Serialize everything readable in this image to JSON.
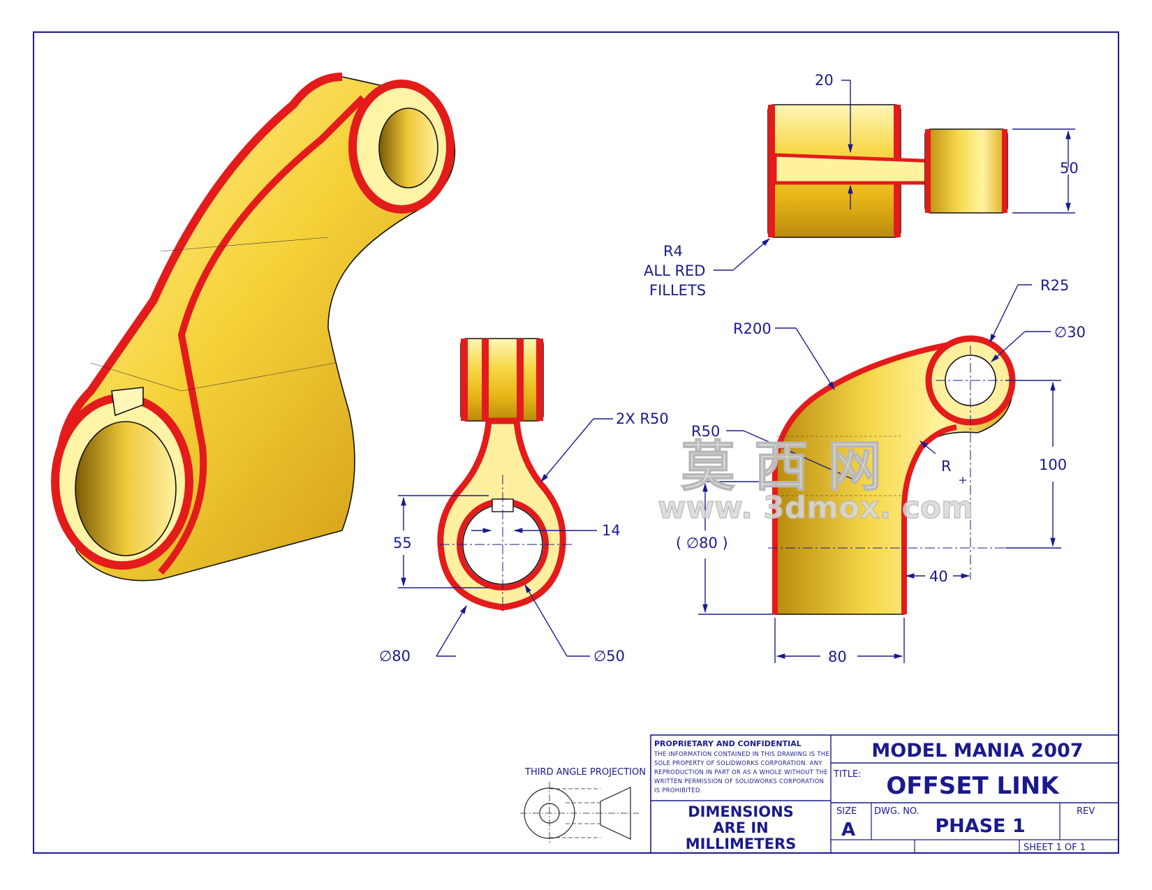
{
  "sheet": {
    "border_color": "#1a1a8c",
    "part_color": "#f2c21a",
    "fillet_color": "#e31b1b"
  },
  "dimensions": {
    "top_view": {
      "d20": "20",
      "d50": "50",
      "fillet_note_line1": "R4",
      "fillet_note_line2": "ALL RED",
      "fillet_note_line3": "FILLETS"
    },
    "front_view": {
      "r50_2x": "2X  R50",
      "d55": "55",
      "d14": "14",
      "dia80": "∅80",
      "dia50": "∅50"
    },
    "side_view": {
      "r200": "R200",
      "r25": "R25",
      "dia30": "∅30",
      "r50": "R50",
      "r": "R",
      "d100": "100",
      "dia80_ref": "( ∅80 )",
      "d40": "40",
      "d80": "80"
    }
  },
  "watermark": {
    "line1": "莫 西 网",
    "line2": "www. 3dmox. com"
  },
  "title_block": {
    "projection_label": "THIRD ANGLE PROJECTION",
    "proprietary_heading": "PROPRIETARY AND CONFIDENTIAL",
    "proprietary_line1": "THE INFORMATION CONTAINED IN THIS DRAWING IS THE",
    "proprietary_line2": "SOLE PROPERTY OF SOLIDWORKS CORPORATION. ANY",
    "proprietary_line3": "REPRODUCTION IN PART OR AS A WHOLE WITHOUT THE",
    "proprietary_line4": "WRITTEN PERMISSION OF SOLIDWORKS CORPORATION",
    "proprietary_line5": "IS PROHIBITED.",
    "units_line1": "DIMENSIONS",
    "units_line2": "ARE IN",
    "units_line3": "MILLIMETERS",
    "company": "MODEL MANIA 2007",
    "title_label": "TITLE:",
    "title": "OFFSET LINK",
    "size_label": "SIZE",
    "size": "A",
    "dwg_no_label": "DWG. NO.",
    "dwg_no": "PHASE 1",
    "rev_label": "REV",
    "sheet": "SHEET 1 OF 1"
  }
}
